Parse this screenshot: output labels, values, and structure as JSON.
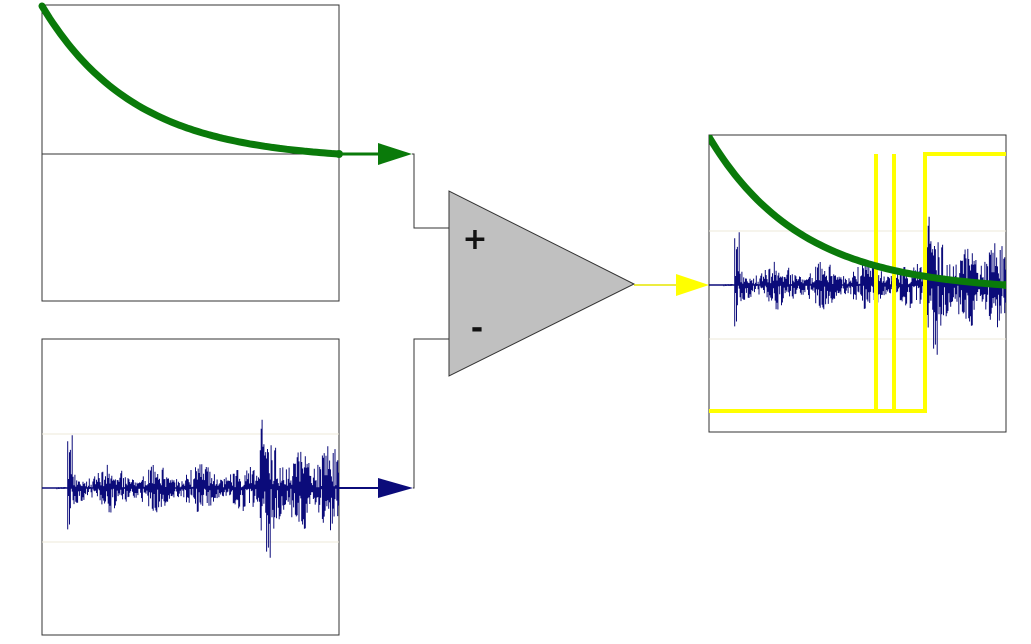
{
  "comparator": {
    "plus_label": "+",
    "minus_label": "-"
  },
  "colors": {
    "threshold_curve": "#0a7a0a",
    "audio_signal": "#0b0b7a",
    "output_signal": "#ffff00",
    "comparator_fill": "#c0c0c0",
    "panel_border": "#333333",
    "guide_line": "#ece8d8"
  },
  "icons": {
    "top_input_arrow": "arrowhead-right",
    "bottom_input_arrow": "arrowhead-right",
    "output_arrow": "arrowhead-right",
    "comparator": "triangle-op-amp"
  }
}
